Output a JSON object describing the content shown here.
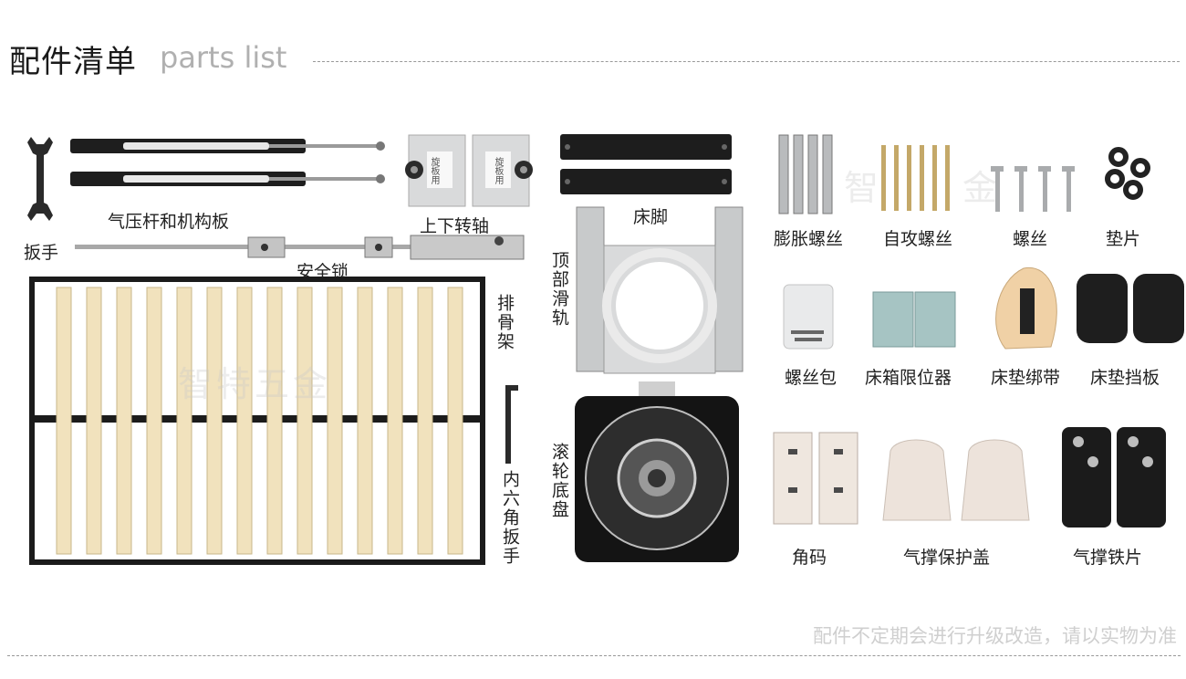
{
  "header": {
    "title_cn": "配件清单",
    "title_en": "parts list"
  },
  "watermark": "智特五金",
  "watermark_partial": "智",
  "watermark_partial2": "金",
  "items": {
    "wrench": "扳手",
    "gas_strut": "气压杆和机构板",
    "pivot": "上下转轴",
    "safety_lock": "安全锁",
    "bed_feet": "床脚",
    "top_rail": "顶部滑轨",
    "slat_frame": "排骨架",
    "hex_key": "内六角扳手",
    "caster_base": "滚轮底盘",
    "expansion_screw": "膨胀螺丝",
    "tapping_screw": "自攻螺丝",
    "screw": "螺丝",
    "washer": "垫片",
    "screw_pack": "螺丝包",
    "box_limiter": "床箱限位器",
    "mattress_strap": "床垫绑带",
    "mattress_baffle": "床垫挡板",
    "corner_bracket": "角码",
    "strut_cover": "气撑保护盖",
    "strut_plate": "气撑铁片"
  },
  "pivot_tags": [
    "旋板用",
    "旋板用"
  ],
  "footer": "配件不定期会进行升级改造，请以实物为准"
}
